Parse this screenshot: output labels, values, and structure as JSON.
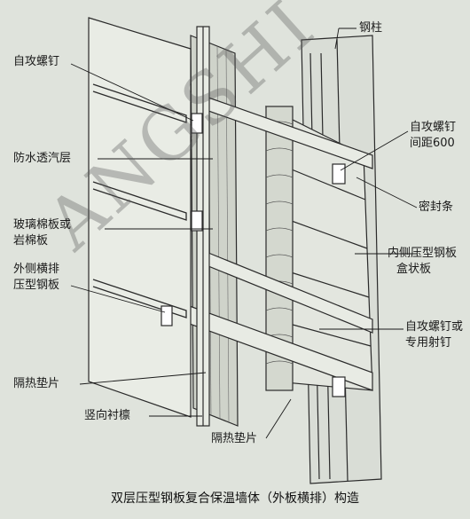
{
  "labels": {
    "self_tapping_screw_left": "自攻螺钉",
    "breathable_membrane": "防水透汽层",
    "insulation_1": "玻璃棉板或",
    "insulation_2": "岩棉板",
    "outer_panel_1": "外侧横排",
    "outer_panel_2": "压型钢板",
    "thermal_pad_left": "隔热垫片",
    "vertical_purlin": "竖向衬檩",
    "thermal_pad_bottom": "隔热垫片",
    "steel_column": "钢柱",
    "screw_spacing_1": "自攻螺钉",
    "screw_spacing_2": "间距600",
    "sealing_strip": "密封条",
    "inner_panel_1": "内侧压型钢板",
    "inner_panel_2": "盒状板",
    "fastener_1": "自攻螺钉或",
    "fastener_2": "专用射钉"
  },
  "caption": "双层压型钢板复合保温墙体（外板横排）构造",
  "watermark": "ANGSHI",
  "colors": {
    "background": "#dfe3dc",
    "panel": "#e6e9e2",
    "line": "#2a2a2a"
  }
}
